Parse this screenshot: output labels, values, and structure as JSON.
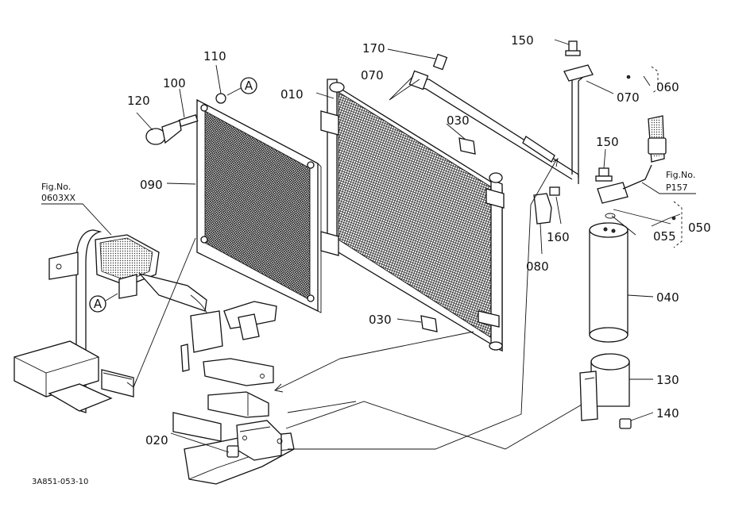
{
  "callouts": {
    "p010": "010",
    "p020": "020",
    "p030a": "030",
    "p030b": "030",
    "p040": "040",
    "p050": "050",
    "p055": "055",
    "p060": "060",
    "p070a": "070",
    "p070b": "070",
    "p080": "080",
    "p090": "090",
    "p100": "100",
    "p110": "110",
    "p120": "120",
    "p130": "130",
    "p140": "140",
    "p150a": "150",
    "p150b": "150",
    "p160": "160",
    "p170": "170"
  },
  "refs": {
    "marker_a1": "A",
    "marker_a2": "A",
    "fig_left_title": "Fig.No.",
    "fig_left_no": "0603XX",
    "fig_right_title": "Fig.No.",
    "fig_right_no": "P157"
  },
  "diagram_code": "3A851-053-10",
  "colors": {
    "ink": "#111111",
    "background": "#ffffff"
  }
}
